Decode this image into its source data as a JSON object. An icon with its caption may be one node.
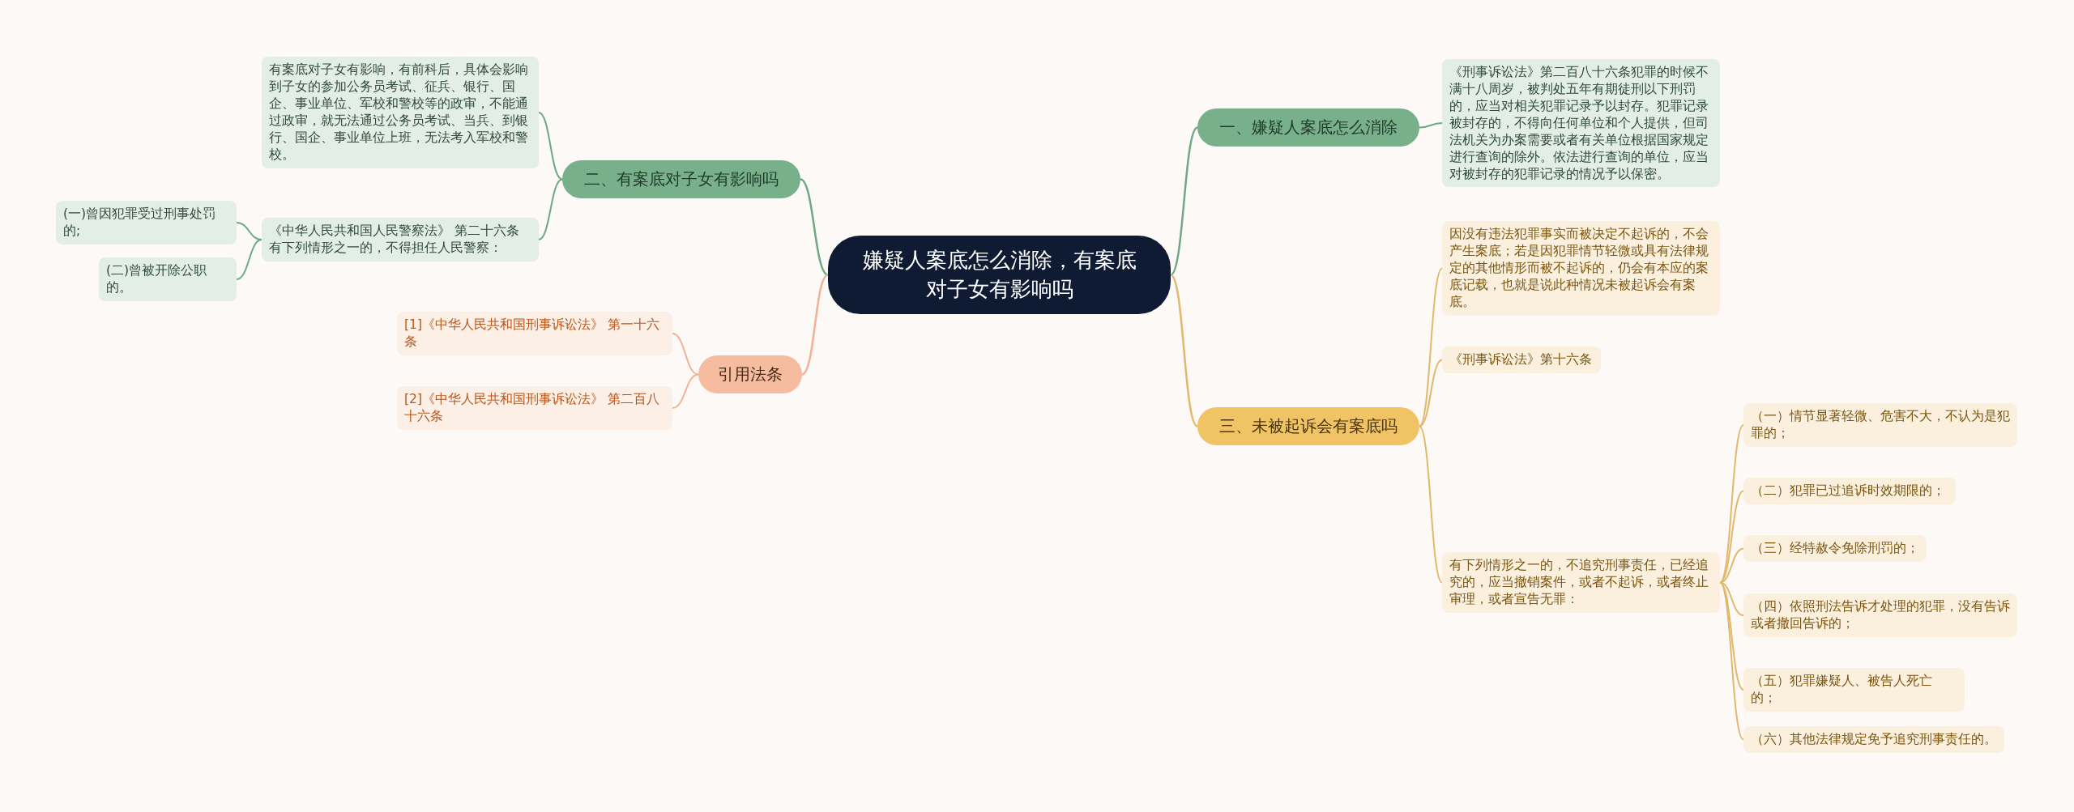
{
  "diagram": {
    "nodes": [
      {
        "text": [
          "嫌疑人案底怎么消除，有案底对子女有影响吗"
        ]
      },
      {
        "text": [
          "一、嫌疑人案底怎么消除"
        ]
      },
      {
        "text": [
          "《刑事诉讼法》第二百八十六条犯罪的时候不满十八周岁，被判处五年有期徒刑以下刑罚的，应当对相关犯罪记录予以封存。犯罪记录被封存的，不得向任何单位和个人提供，但司法机关为办案需要或者有关单位根据国家规定进行查询的除外。依法进行查询的单位，应当对被封存的犯罪记录的情况予以保密。"
        ]
      },
      {
        "text": [
          "二、有案底对子女有影响吗"
        ]
      },
      {
        "text": [
          "有案底对子女有影响，有前科后，具体会影响到子女的参加公务员考试、征兵、银行、国企、事业单位、军校和警校等的政审，不能通过政审，就无法通过公务员考试、当兵、到银行、国企、事业单位上班，无法考入军校和警校。"
        ]
      },
      {
        "text": [
          "《中华人民共和国人民警察法》 第二十六条有下列情形之一的，不得担任人民警察："
        ]
      },
      {
        "text": [
          "(一)曾因犯罪受过刑事处罚的;"
        ]
      },
      {
        "text": [
          "(二)曾被开除公职的。"
        ]
      },
      {
        "text": [
          "引用法条"
        ]
      },
      {
        "text": [
          "[1]《中华人民共和国刑事诉讼法》 第一十六条"
        ]
      },
      {
        "text": [
          "[2]《中华人民共和国刑事诉讼法》 第二百八十六条"
        ]
      },
      {
        "text": [
          "三、未被起诉会有案底吗"
        ]
      },
      {
        "text": [
          "因没有违法犯罪事实而被决定不起诉的，不会产生案底；若是因犯罪情节轻微或具有法律规定的其他情形而被不起诉的，仍会有本应的案底记载，也就是说此种情况未被起诉会有案底。"
        ]
      },
      {
        "text": [
          "《刑事诉讼法》第十六条"
        ]
      },
      {
        "text": [
          "有下列情形之一的，不追究刑事责任，已经追究的，应当撤销案件，或者不起诉，或者终止审理，或者宣告无罪："
        ]
      },
      {
        "text": [
          "（一）情节显著轻微、危害不大，不认为是犯罪的；"
        ]
      },
      {
        "text": [
          "（二）犯罪已过追诉时效期限的；"
        ]
      },
      {
        "text": [
          "（三）经特赦令免除刑罚的；"
        ]
      },
      {
        "text": [
          "（四）依照刑法告诉才处理的犯罪，没有告诉或者撤回告诉的；"
        ]
      },
      {
        "text": [
          "（五）犯罪嫌疑人、被告人死亡的；"
        ]
      },
      {
        "text": [
          "（六）其他法律规定免予追究刑事责任的。"
        ]
      }
    ],
    "edges": [
      {
        "from": 0,
        "to": 1,
        "arrow": "none",
        "color": "#6fa886"
      },
      {
        "from": 1,
        "to": 2,
        "arrow": "none",
        "color": "#6fa886"
      },
      {
        "from": 0,
        "to": 3,
        "arrow": "none",
        "color": "#6fa886"
      },
      {
        "from": 3,
        "to": 4,
        "arrow": "none",
        "color": "#6fa886"
      },
      {
        "from": 3,
        "to": 5,
        "arrow": "none",
        "color": "#6fa886"
      },
      {
        "from": 5,
        "to": 6,
        "arrow": "none",
        "color": "#6fa886"
      },
      {
        "from": 5,
        "to": 7,
        "arrow": "none",
        "color": "#6fa886"
      },
      {
        "from": 0,
        "to": 8,
        "arrow": "none",
        "color": "#f2b094"
      },
      {
        "from": 8,
        "to": 9,
        "arrow": "none",
        "color": "#f2b094"
      },
      {
        "from": 8,
        "to": 10,
        "arrow": "none",
        "color": "#f2b094"
      },
      {
        "from": 0,
        "to": 11,
        "arrow": "none"
      },
      {
        "from": 11,
        "to": 12,
        "arrow": "none"
      },
      {
        "from": 11,
        "to": 13,
        "arrow": "none"
      },
      {
        "from": 11,
        "to": 14,
        "arrow": "none"
      },
      {
        "from": 14,
        "to": 15,
        "arrow": "none"
      },
      {
        "from": 14,
        "to": 16,
        "arrow": "none"
      },
      {
        "from": 14,
        "to": 17,
        "arrow": "none"
      },
      {
        "from": 14,
        "to": 18,
        "arrow": "none"
      },
      {
        "from": 14,
        "to": 19,
        "arrow": "none"
      },
      {
        "from": 14,
        "to": 20,
        "arrow": "none"
      }
    ]
  }
}
